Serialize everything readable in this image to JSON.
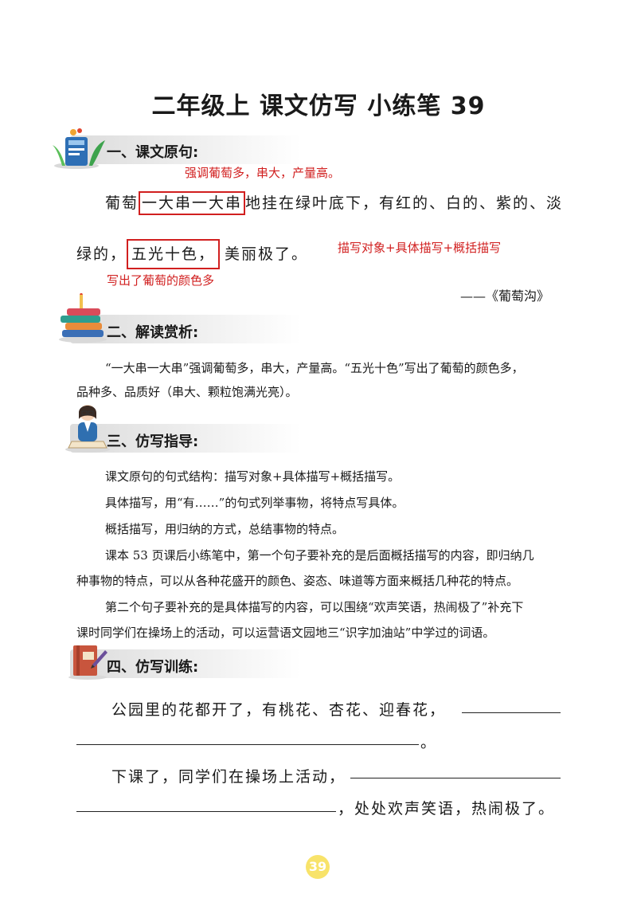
{
  "title": "二年级上 课文仿写 小练笔 39",
  "section1": {
    "heading": "一、课文原句:",
    "annotation_top": "强调葡萄多，串大，产量高。",
    "line1_pre": "葡萄",
    "line1_boxed": "一大串一大串",
    "line1_post": "地挂在绿叶底下，有红的、白的、紫的、淡",
    "line2_pre": "绿的，",
    "line2_boxed": "五光十色，",
    "line2_post": "美丽极了。",
    "annotation_right": "描写对象+具体描写+概括描写",
    "annotation_bottom": "写出了葡萄的颜色多",
    "source": "——《葡萄沟》"
  },
  "section2": {
    "heading": "二、解读赏析:",
    "line1": "“一大串一大串”强调葡萄多，串大，产量高。“五光十色”写出了葡萄的颜色多，",
    "line2": "品种多、品质好（串大、颗粒饱满光亮）。"
  },
  "section3": {
    "heading": "三、仿写指导:",
    "lines": [
      "课文原句的句式结构：描写对象+具体描写+概括描写。",
      "具体描写，用“有……”的句式列举事物，将特点写具体。",
      "概括描写，用归纳的方式，总结事物的特点。",
      "课本 53 页课后小练笔中，第一个句子要补充的是后面概括描写的内容，即归纳几",
      "种事物的特点，可以从各种花盛开的颜色、姿态、味道等方面来概括几种花的特点。",
      "第二个句子要补充的是具体描写的内容，可以围绕“欢声笑语，热闹极了”补充下",
      "课时同学们在操场上的活动，可以运营语文园地三“识字加油站”中学过的词语。"
    ]
  },
  "section4": {
    "heading": "四、仿写训练:",
    "ex1_text": "公园里的花都开了，有桃花、杏花、迎春花，",
    "ex1_end": "。",
    "ex2_text": "下课了，同学们在操场上活动，",
    "ex2_end": "，处处欢声笑语，热闹极了。"
  },
  "page_number": "39",
  "colors": {
    "accent_red": "#d11f1f",
    "badge_yellow": "#f8e36a"
  }
}
